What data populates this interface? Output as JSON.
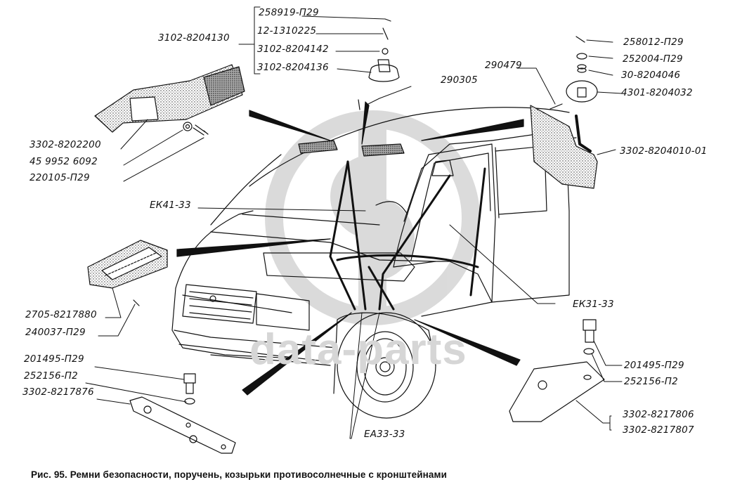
{
  "figure": {
    "caption": "Рис. 95. Ремни безопасности, поручень, козырьки противосолнечные с кронштейнами",
    "watermark": "data-parts",
    "colors": {
      "ink": "#111111",
      "watermark": "#d6d6d6",
      "background": "#ffffff"
    }
  },
  "labels": {
    "top_group_parent": "3102-8204130",
    "top_group": [
      "258919-П29",
      "12-1310225",
      "3102-8204142",
      "3102-8204136"
    ],
    "visor_pin": "290305",
    "visor_bracket": "290479",
    "right_visor_parts": [
      "258012-П29",
      "252004-П29",
      "30-8204046",
      "4301-8204032"
    ],
    "right_visor": "3302-8204010-01",
    "left_handle_parts": [
      "3302-8202200",
      "45 9952 6092",
      "220105-П29"
    ],
    "front_belt": "ЕК41-33",
    "grab_handle": [
      "2705-8217880",
      "240037-П29"
    ],
    "left_bracket_parts": [
      "201495-П29",
      "252156-П2",
      "3302-8217876"
    ],
    "rear_belt": "ЕК31-33",
    "right_bracket_parts": [
      "201495-П29",
      "252156-П2"
    ],
    "right_bracket": [
      "3302-8217806",
      "3302-8217807"
    ],
    "center_belt": "ЕА33-33"
  }
}
